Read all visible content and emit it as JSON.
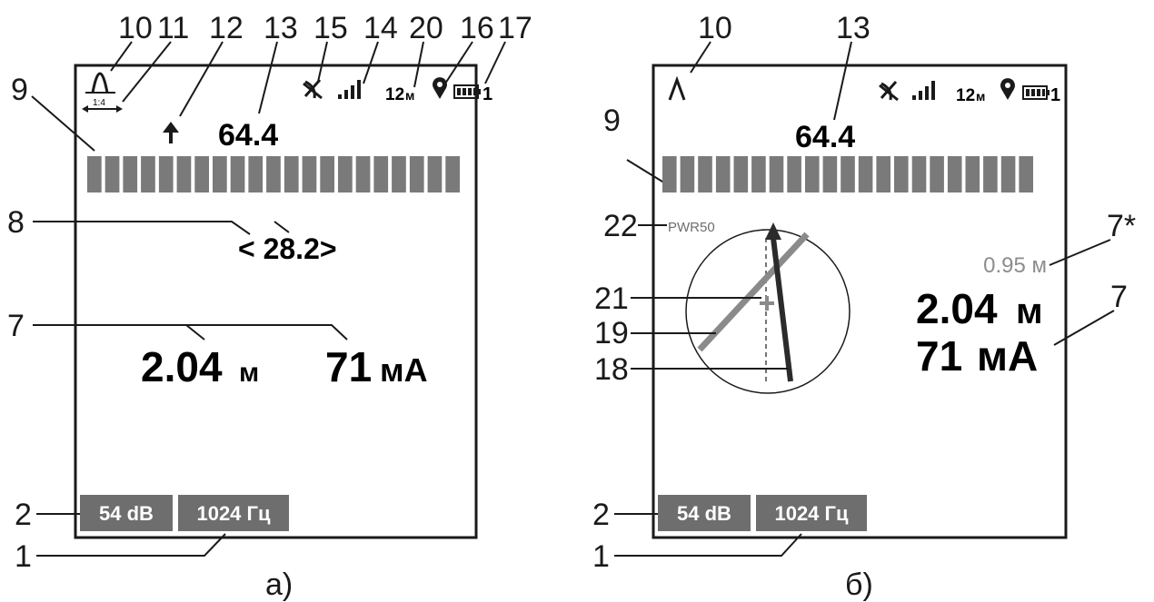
{
  "panel_a": {
    "caption": "а)",
    "screen": {
      "top_value": "64.4",
      "bracket_value": "< 28.2>",
      "depth": "2.04",
      "depth_unit": "м",
      "current": "71",
      "current_unit": "мА",
      "gain_badge": "54 dB",
      "freq_badge": "1024 Гц",
      "range_label": "12",
      "range_unit": "м",
      "scale_label": "1:4",
      "battery_digit": "1",
      "bar_segments": 21
    },
    "callouts": [
      "10",
      "11",
      "12",
      "13",
      "15",
      "14",
      "20",
      "16",
      "17",
      "9",
      "8",
      "7",
      "2",
      "1"
    ]
  },
  "panel_b": {
    "caption": "б)",
    "screen": {
      "top_value": "64.4",
      "pwr_label": "PWR50",
      "depth_secondary": "0.95 м",
      "depth": "2.04",
      "depth_unit": "м",
      "current": "71",
      "current_unit": "мА",
      "gain_badge": "54 dB",
      "freq_badge": "1024 Гц",
      "range_label": "12",
      "range_unit": "м",
      "battery_digit": "1",
      "bar_segments": 21
    },
    "callouts": [
      "10",
      "13",
      "9",
      "22",
      "21",
      "19",
      "18",
      "7*",
      "7",
      "2",
      "1"
    ]
  },
  "colors": {
    "frame": "#1a1a1a",
    "bar_segment": "#7a7a7a",
    "badge_fill": "#6e6e6e",
    "badge_text": "#ffffff",
    "pipe_line": "#8a8a8a",
    "needle": "#2b2b2b",
    "secondary_text": "#8c8c8c"
  },
  "icons": [
    "pulse-icon",
    "scale-arrow-icon",
    "up-arrow-icon",
    "satellite-off-icon",
    "signal-bars-icon",
    "location-pin-icon",
    "battery-icon",
    "compass-circle-icon"
  ]
}
